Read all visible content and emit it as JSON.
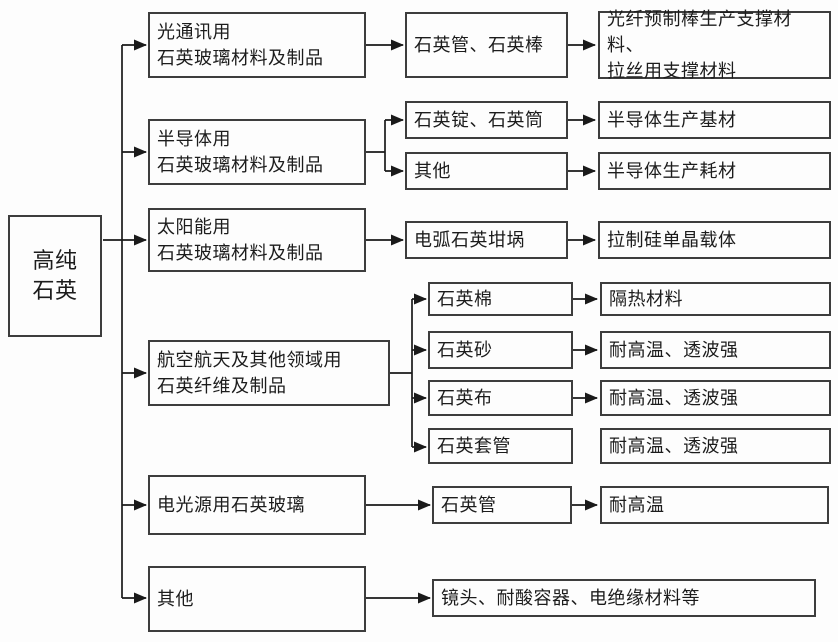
{
  "diagram": {
    "title_hint": "高纯石英应用结构图",
    "root": "高纯\n石英",
    "branches": [
      {
        "category": "光通讯用\n石英玻璃材料及制品",
        "children": [
          {
            "product": "石英管、石英棒",
            "use": "光纤预制棒生产支撑材料、\n拉丝用支撑材料"
          }
        ]
      },
      {
        "category": "半导体用\n石英玻璃材料及制品",
        "children": [
          {
            "product": "石英锭、石英筒",
            "use": "半导体生产基材"
          },
          {
            "product": "其他",
            "use": "半导体生产耗材"
          }
        ]
      },
      {
        "category": "太阳能用\n石英玻璃材料及制品",
        "children": [
          {
            "product": "电弧石英坩埚",
            "use": "拉制硅单晶载体"
          }
        ]
      },
      {
        "category": "航空航天及其他领域用\n石英纤维及制品",
        "children": [
          {
            "product": "石英棉",
            "use": "隔热材料"
          },
          {
            "product": "石英砂",
            "use": "耐高温、透波强"
          },
          {
            "product": "石英布",
            "use": "耐高温、透波强"
          },
          {
            "product": "石英套管",
            "use": "耐高温、透波强"
          }
        ]
      },
      {
        "category": "电光源用石英玻璃",
        "children": [
          {
            "product": "石英管",
            "use": "耐高温"
          }
        ]
      },
      {
        "category": "其他",
        "children": [
          {
            "product": "镜头、耐酸容器、电绝缘材料等"
          }
        ]
      }
    ],
    "colors": {
      "box_border": "#3d3d3d",
      "line": "#1a1a1a",
      "text": "#1c1c1c",
      "background": "#fdfdfd"
    }
  }
}
